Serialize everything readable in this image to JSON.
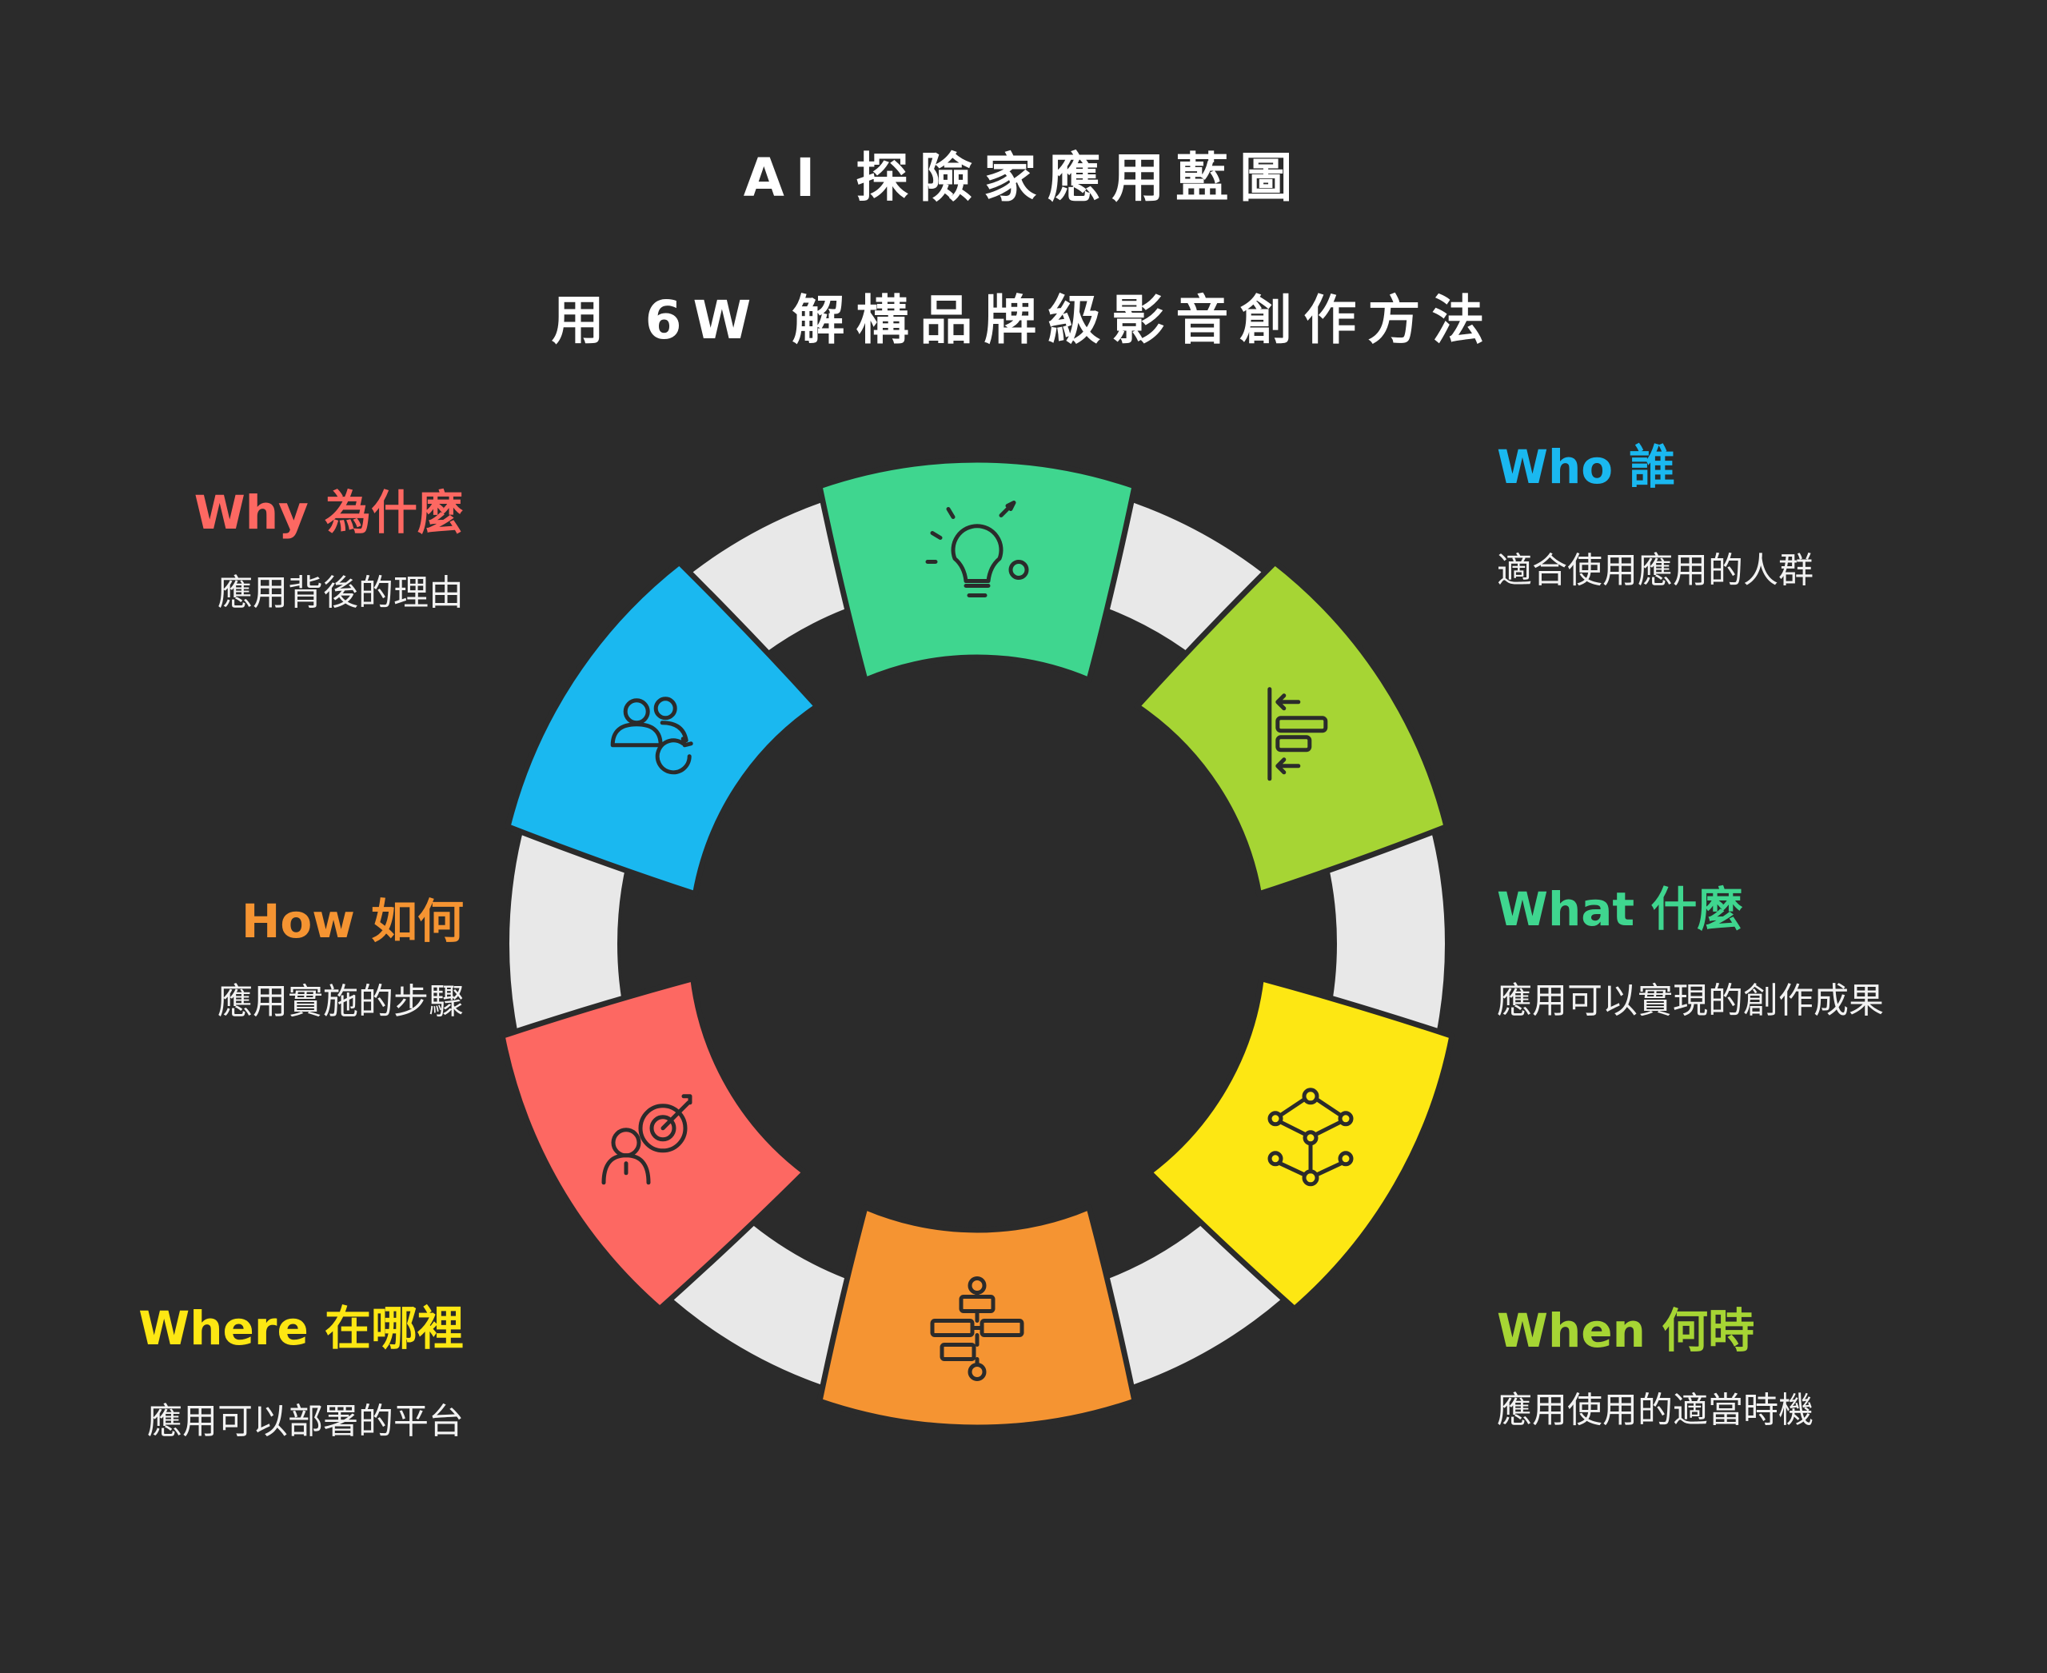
{
  "title": {
    "line1": "AI 探險家應用藍圖",
    "line2": "用 6W 解構品牌級影音創作方法"
  },
  "items": [
    {
      "key": "who",
      "label": "Who 誰",
      "desc": "適合使用應用的人群",
      "color": "#1ab8f0",
      "icon": "users-refresh-icon"
    },
    {
      "key": "what",
      "label": "What 什麼",
      "desc": "應用可以實現的創作成果",
      "color": "#3fd68f",
      "icon": "lightbulb-icon"
    },
    {
      "key": "when",
      "label": "When 何時",
      "desc": "應用使用的適當時機",
      "color": "#a6d534",
      "icon": "timeline-bars-icon"
    },
    {
      "key": "where",
      "label": "Where 在哪裡",
      "desc": "應用可以部署的平台",
      "color": "#fde713",
      "icon": "network-nodes-icon"
    },
    {
      "key": "how",
      "label": "How 如何",
      "desc": "應用實施的步驟",
      "color": "#f59432",
      "icon": "process-steps-icon"
    },
    {
      "key": "why",
      "label": "Why 為什麼",
      "desc": "應用背後的理由",
      "color": "#fd6862",
      "icon": "target-person-icon"
    }
  ],
  "ring_color": "#e8e8e8",
  "outline_color": "#2b2b2b"
}
